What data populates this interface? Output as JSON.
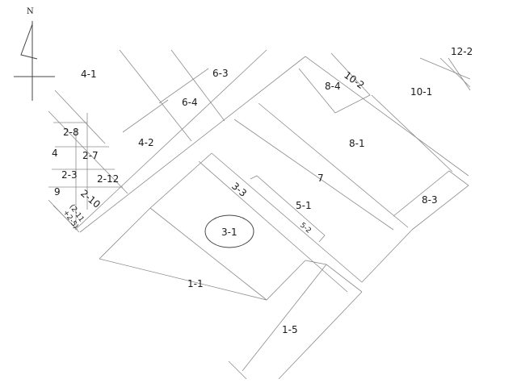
{
  "map": {
    "north_label": "N",
    "parcels": {
      "p4_1": "4-1",
      "p6_3": "6-3",
      "p6_4": "6-4",
      "p10_2": "10-2",
      "p8_4": "8-4",
      "p10_1": "10-1",
      "p12_2": "12-2",
      "p2_8": "2-8",
      "p4_edge": "4",
      "p2_7": "2-7",
      "p4_2": "4-2",
      "p8_1": "8-1",
      "p2_3": "2-3",
      "p2_12": "2-12",
      "p9_edge": "9",
      "p3_3": "3-3",
      "p7": "7",
      "p2_10": "2-10",
      "p2_11": "(2-11",
      "p2_5": "+2-5)",
      "p5_1": "5-1",
      "p8_3": "8-3",
      "p3_1": "3-1",
      "p5_2": "5-2",
      "p1_1": "1-1",
      "p1_5": "1-5"
    },
    "highlighted_parcel": "3-1"
  }
}
